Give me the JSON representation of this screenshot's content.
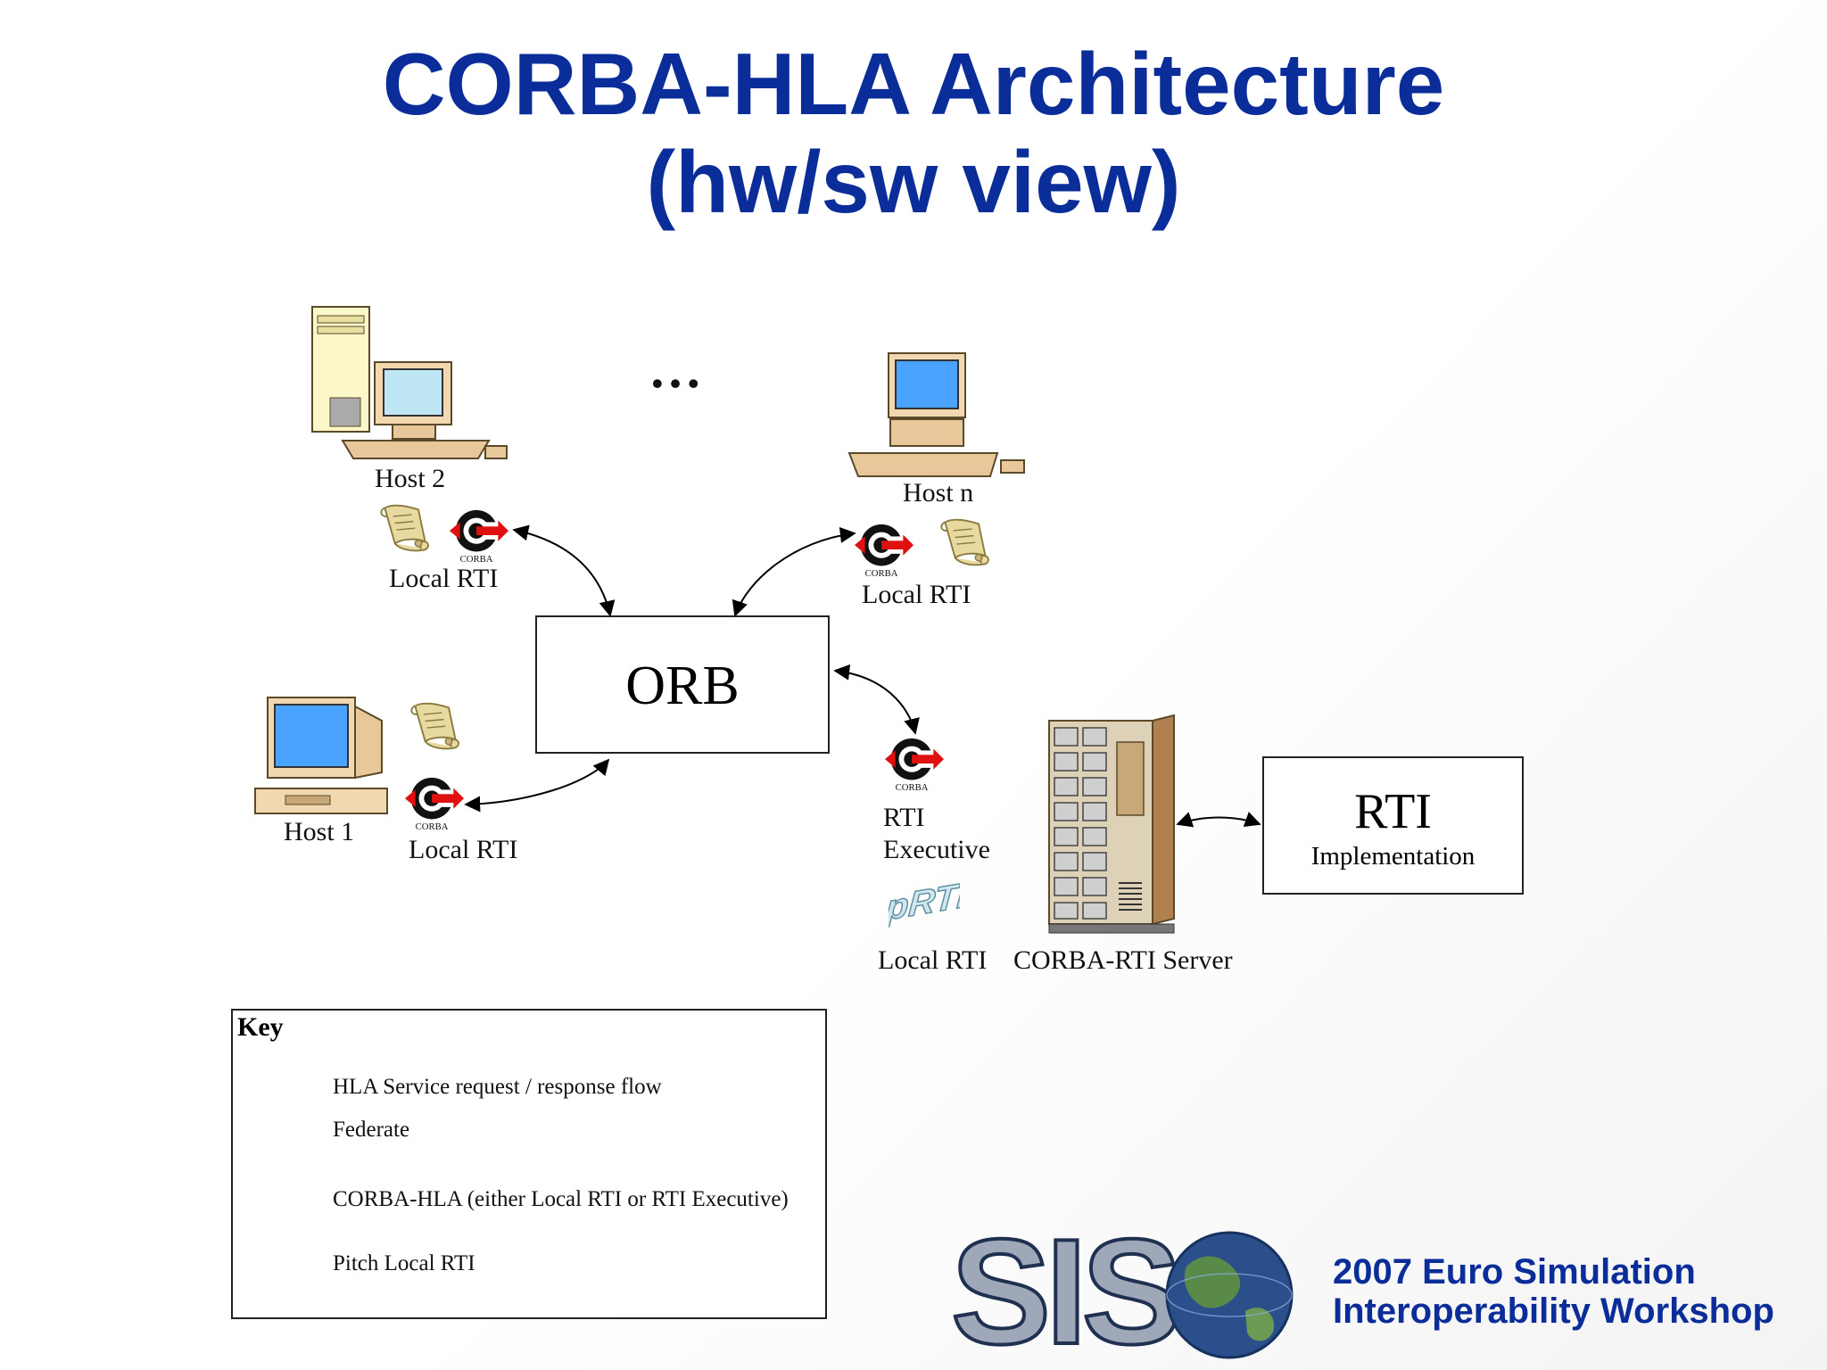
{
  "title": {
    "line1": "CORBA-HLA Architecture",
    "line2": "(hw/sw view)"
  },
  "ellipsis": "…",
  "hosts": {
    "host2": {
      "label": "Host 2",
      "local_rti": "Local RTI"
    },
    "hostn": {
      "label": "Host n",
      "local_rti": "Local RTI"
    },
    "host1": {
      "label": "Host 1",
      "local_rti": "Local RTI"
    }
  },
  "orb": {
    "label": "ORB"
  },
  "executive": {
    "line1": "RTI",
    "line2": "Executive",
    "pitch_label": "Local RTI"
  },
  "server": {
    "label": "CORBA-RTI Server"
  },
  "rti_impl": {
    "title": "RTI",
    "subtitle": "Implementation"
  },
  "corba_logo_text": "CORBA",
  "pitch_logo_text": "pRTI",
  "key": {
    "title": "Key",
    "items": [
      {
        "icon": "arrow-icon",
        "text": "HLA Service request / response flow"
      },
      {
        "icon": "federate-scroll-icon",
        "text": "Federate"
      },
      {
        "icon": "corba-logo-icon",
        "text": "CORBA-HLA (either Local RTI or RTI Executive)"
      },
      {
        "icon": "pitch-rti-logo-icon",
        "text": "Pitch Local RTI"
      }
    ]
  },
  "footer": {
    "logo_text": "SIS",
    "line1": "2007 Euro Simulation",
    "line2": "Interoperability Workshop"
  },
  "colors": {
    "title_blue": "#0a2d9a",
    "corba_red": "#e01010",
    "screen_blue": "#4aa3ff",
    "scroll_tan": "#e8d9a0"
  }
}
